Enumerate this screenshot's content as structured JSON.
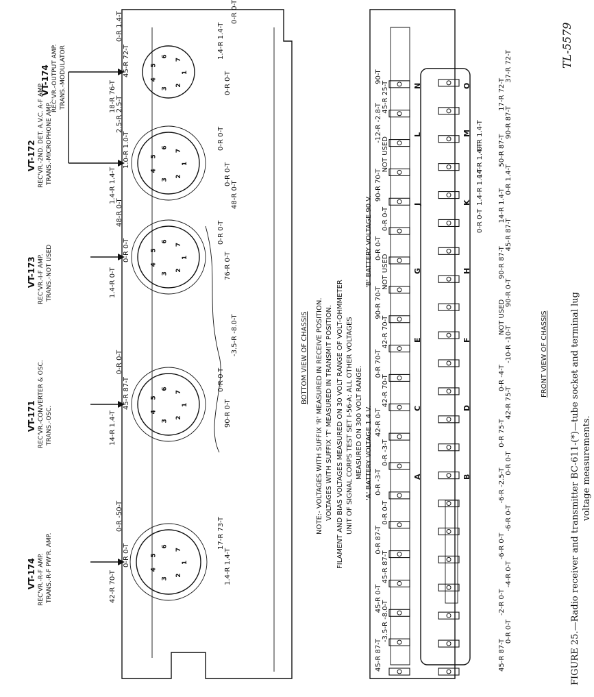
{
  "figure": {
    "caption_line1": "FIGURE 25.—Radio receiver and transmitter BC-611-(*)—tube socket and terminal lug",
    "caption_line2": "voltage measurements.",
    "id_label": "TL-5579"
  },
  "bottom_view": {
    "title": "BOTTOM VIEW OF CHASSIS",
    "tubes": [
      {
        "name": "VT-174",
        "desc1": "REC'VR.-R-F AMP.",
        "desc2": "TRANS.-R-F PW'R. AMP."
      },
      {
        "name": "VT-171",
        "desc1": "REC'VR.-CONVERTER & OSC.",
        "desc2": "TRANS.-OSC."
      },
      {
        "name": "VT-173",
        "desc1": "REC'VR.-I-F AMP.",
        "desc2": "TRANS.-NOT USED"
      },
      {
        "name": "VT-172",
        "desc1": "REC'VR.-2ND. DET. A.V.C. A-F AMP.",
        "desc2": "TRANS.-MICROPHONE AMP."
      },
      {
        "name": "VT-174",
        "desc1": "REC'VR.-OUTPUT AMP.",
        "desc2": "TRANS.-MODULATOR"
      }
    ],
    "voltages": {
      "t1": [
        "42-R 70-T",
        "1.4-R 1.4-T",
        "0-R 0-T",
        "17-R 73-T",
        "0-R -50-T"
      ],
      "t2": [
        "14-R 1.4-T",
        "90-R 0-T",
        "45-R 87-T",
        "0-R 0-T",
        "0-R 0-T",
        "-3.5-R -8.0-T"
      ],
      "t3": [
        "1.4-R 0-T",
        "76-R 0-T",
        "0-R 0-T",
        "0-R 0-T",
        "48-R 0-T",
        "48-R 0-T"
      ],
      "t4": [
        "1.4-R 1.4-T",
        "0-R 0-T",
        "1.0-R 1.0-T",
        "0-R 0-T",
        "2.5-R 2.5-T"
      ],
      "t5": [
        "18-R 76-T",
        "0-R 0-T",
        "45-R 72-T",
        "1.4-R 1.4-T",
        "0-R 1.4-T",
        "0-R 0-T"
      ]
    },
    "pins": [
      "1",
      "2",
      "3",
      "4",
      "5",
      "6",
      "7"
    ]
  },
  "notes": {
    "line1": "NOTE:- VOLTAGES WITH SUFFIX 'R' MEASURED IN RECEIVE POSITION.",
    "line2": "VOLTAGES WITH SUFFIX 'T' MEASURED IN TRANSMIT POSITION.",
    "line3": "FILAMENT AND BIAS VOLTAGES MEASURED ON 30 VOLT RANGE OF VOLT-OHMMETER",
    "line4": "UNIT OF SIGNAL CORPS TEST SET I-56-A; ALL OTHER VOLTAGES",
    "line5": "MEASURED ON 300 VOLT RANGE.",
    "a_battery": "'A' BATTERY VOLTAGE 1.4 V.",
    "b_battery": "'B' BATTERY VOLTAGE 90 V."
  },
  "front_view": {
    "title": "FRONT VIEW OF CHASSIS",
    "letters": [
      "A",
      "B",
      "C",
      "D",
      "E",
      "F",
      "G",
      "H",
      "J",
      "K",
      "L",
      "M",
      "N",
      "O"
    ],
    "top_labels": [
      "45-R 87-T",
      "-3.5-R -8.0-T",
      "45-R 0-T",
      "45-R 87-T",
      "0-R 87-T",
      "0-R 0-T",
      "0-R -3-T",
      "0-R -3-T",
      "42-R 0-T",
      "42-R 70-T",
      "0-R 70-T",
      "42-R 70-T",
      "90-R 70-T",
      "NOT USED",
      "0-R 0-T",
      "0-R 0-T",
      "90-R 70-T",
      "NOT USED",
      "-12-R -2.8-T",
      "45-R 25-T",
      "90-T"
    ],
    "bottom_labels": [
      "45-R 87-T",
      "0-R 0-T",
      "-2-R 0-T",
      "-4-R 0-T",
      "-6-R 0-T",
      "-6-R 0-T",
      "-6-R -2.5-T",
      "0-R 0-T",
      "0-R 75-T",
      "42-R 75-T",
      "0-R -4-T",
      "-10-R -10-T",
      "NOT USED",
      "90-R 0-T",
      "90-R 87-T",
      "45-R 87-T",
      "14-R 1.4-T",
      "0-R 1.4-T",
      "50-R 87-T",
      "90-R 87-T",
      "17-R 72-T",
      "37-R 72-T"
    ],
    "inner": [
      "0-R 0-T",
      "1.4-R 1.4-T",
      "14-R 1.4-T",
      "0-R 1.4-T"
    ]
  }
}
